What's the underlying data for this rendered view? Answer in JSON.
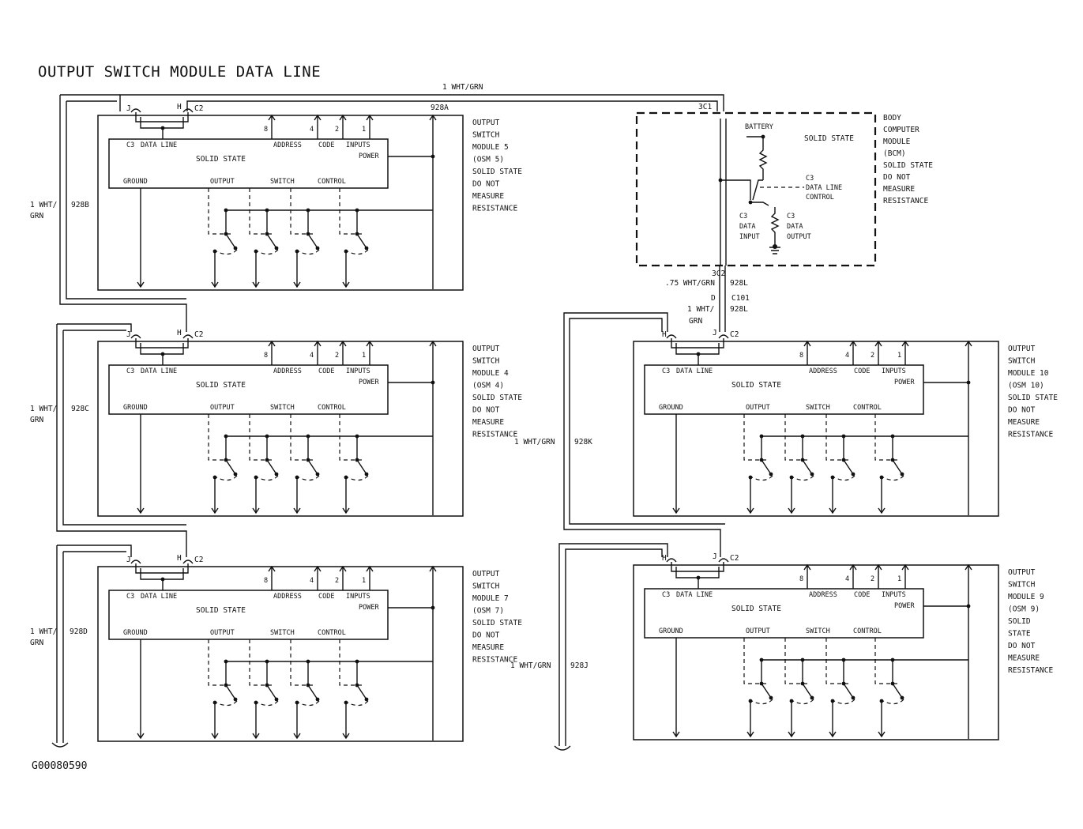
{
  "title": "OUTPUT SWITCH MODULE DATA LINE",
  "figure_id": "G00080590",
  "labels": {
    "c3": "C3",
    "data_line": "DATA LINE",
    "solid_state": "SOLID STATE",
    "address": "ADDRESS",
    "code": "CODE",
    "inputs": "INPUTS",
    "power": "POWER",
    "ground": "GROUND",
    "output": "OUTPUT",
    "switch": "SWITCH",
    "control": "CONTROL",
    "pin_j": "J",
    "pin_h": "H",
    "conn_c2": "C2",
    "pin_a": "8",
    "pin_b": "4",
    "pin_c": "2",
    "pin_d": "1"
  },
  "modules": {
    "osm5": {
      "lines": [
        "OUTPUT",
        "SWITCH",
        "MODULE 5",
        "(OSM 5)",
        "SOLID STATE",
        "DO NOT",
        "MEASURE",
        "RESISTANCE"
      ]
    },
    "osm4": {
      "lines": [
        "OUTPUT",
        "SWITCH",
        "MODULE 4",
        "(OSM 4)",
        "SOLID STATE",
        "DO NOT",
        "MEASURE",
        "RESISTANCE"
      ]
    },
    "osm7": {
      "lines": [
        "OUTPUT",
        "SWITCH",
        "MODULE 7",
        "(OSM 7)",
        "SOLID STATE",
        "DO NOT",
        "MEASURE",
        "RESISTANCE"
      ]
    },
    "osm10": {
      "lines": [
        "OUTPUT",
        "SWITCH",
        "MODULE 10",
        "(OSM 10)",
        "SOLID STATE",
        "DO NOT",
        "MEASURE",
        "RESISTANCE"
      ]
    },
    "osm9": {
      "lines": [
        "OUTPUT",
        "SWITCH",
        "MODULE 9",
        "(OSM 9)",
        "SOLID",
        "STATE",
        "DO NOT",
        "MEASURE",
        "RESISTANCE"
      ]
    }
  },
  "bcm": {
    "lines": [
      "BODY",
      "COMPUTER",
      "MODULE",
      "(BCM)",
      "SOLID STATE",
      "DO NOT",
      "MEASURE",
      "RESISTANCE"
    ],
    "solid_state": "SOLID STATE",
    "battery": "BATTERY",
    "c3_control": [
      "C3",
      "DATA LINE",
      "CONTROL"
    ],
    "c3_input": [
      "C3",
      "DATA",
      "INPUT"
    ],
    "c3_output": [
      "C3",
      "DATA",
      "OUTPUT"
    ],
    "conn_top": "3C1",
    "conn_bottom": "3C2"
  },
  "wires": {
    "top": "1 WHT/GRN",
    "w928a": "928A",
    "w928b": "928B",
    "w928c": "928C",
    "w928d": "928D",
    "w928l": "928L",
    "w928k": "928K",
    "w928j": "928J",
    "wire_1wht": "1 WHT/",
    "wire_grn": "GRN",
    "wire_75": ".75 WHT/GRN",
    "c101": "C101",
    "pin_d": "D",
    "wire_1wht_grn": "1 WHT/GRN"
  }
}
